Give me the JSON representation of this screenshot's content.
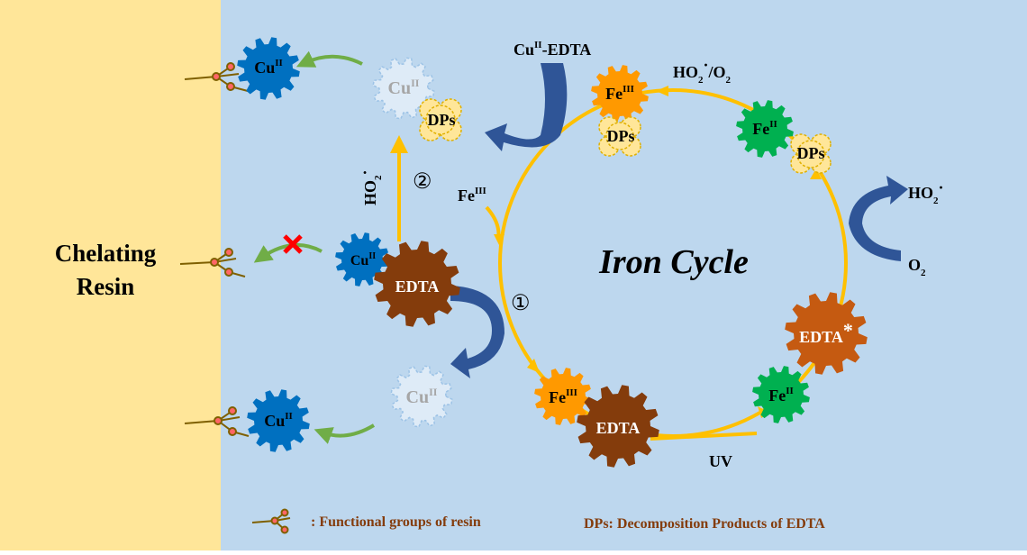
{
  "resin_panel": {
    "label_line1": "Chelating",
    "label_line2": "Resin"
  },
  "cycle": {
    "title": "Iron Cycle",
    "step1": "①",
    "step2": "②"
  },
  "species": {
    "cu": "Cu",
    "cu_sup": "II",
    "fe": "Fe",
    "fe_iii_sup": "III",
    "fe_ii_sup": "II",
    "edta": "EDTA",
    "edta_excited": "EDTA",
    "excited_mark": "*",
    "dps": "DPs",
    "cu_edta_prefix": "Cu",
    "cu_edta_sup": "II",
    "cu_edta_suffix": "-EDTA",
    "fe_input": "Fe",
    "fe_input_sup": "III"
  },
  "labels": {
    "uv": "UV",
    "o2_base": "O",
    "o2_sub": "2",
    "ho2_base": "HO",
    "ho2_sub": "2",
    "ho2_dot": "·",
    "ho2_o2_suffix": "/O",
    "ho2_o2_sub": "2",
    "ho2_vertical_dot": "·"
  },
  "legend": {
    "functional_groups": ": Functional  groups  of resin",
    "dps_definition": "DPs: Decomposition  Products of EDTA"
  },
  "colors": {
    "resin_bg": "#ffe699",
    "solution_bg": "#bdd7ee",
    "cu_gear": "#0070c0",
    "cu_ghost": "#deebf7",
    "fe_iii_gear": "#ff9900",
    "fe_ii_gear": "#00b050",
    "edta_gear": "#843c0c",
    "edta_excited_gear": "#c55a11",
    "dps_cloud": "#ffe699",
    "cycle_arrow": "#ffc000",
    "blue_arrow": "#2f5597",
    "green_arrow": "#70ad47",
    "blocked_x": "#ff0000",
    "legend_text": "#843c0c"
  },
  "icons": [
    "gear-icon",
    "cloud-icon",
    "resin-functional-group-icon",
    "blocked-x-icon",
    "curved-arrow-icon"
  ]
}
